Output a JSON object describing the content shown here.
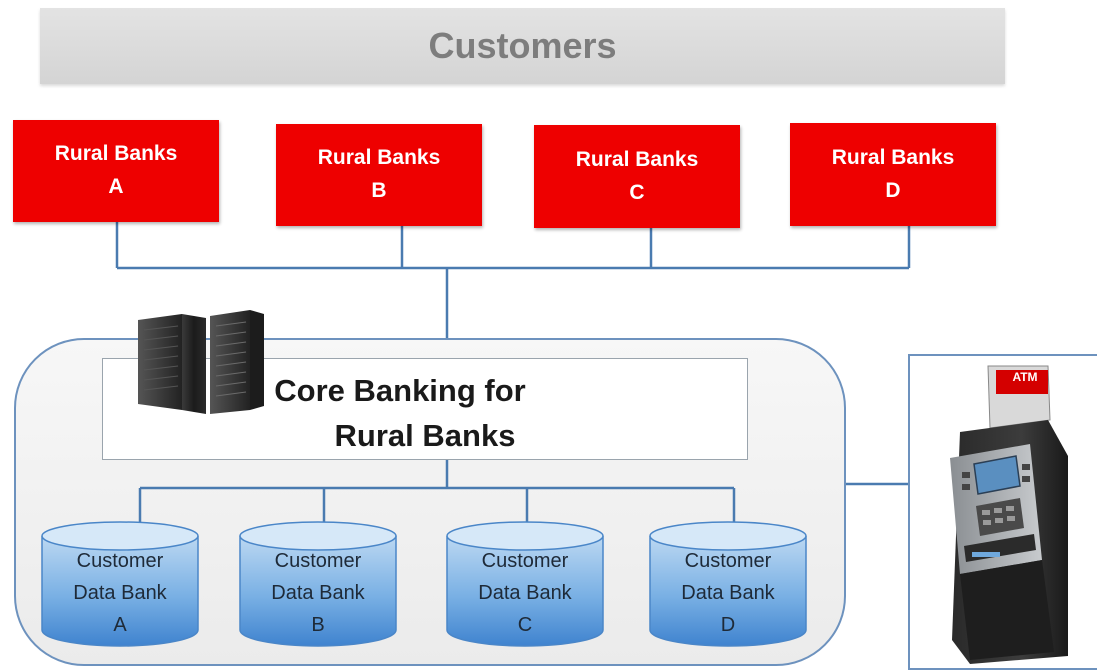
{
  "header": {
    "title": "Customers"
  },
  "rural_banks": [
    {
      "line1": "Rural Banks",
      "line2": "A"
    },
    {
      "line1": "Rural Banks",
      "line2": "B"
    },
    {
      "line1": "Rural Banks",
      "line2": "C"
    },
    {
      "line1": "Rural Banks",
      "line2": "D"
    }
  ],
  "core": {
    "line1": "Core Banking for",
    "line2": "Rural Banks"
  },
  "data_banks": [
    {
      "line1": "Customer",
      "line2": "Data Bank",
      "line3": "A"
    },
    {
      "line1": "Customer",
      "line2": "Data Bank",
      "line3": "B"
    },
    {
      "line1": "Customer",
      "line2": "Data Bank",
      "line3": "C"
    },
    {
      "line1": "Customer",
      "line2": "Data Bank",
      "line3": "D"
    }
  ],
  "atm": {
    "label": "ATM",
    "icon": "atm-machine-icon"
  },
  "servers": {
    "icon": "server-rack-icon"
  },
  "colors": {
    "bank_red": "#ee0000",
    "connector_blue": "#4a7bb0",
    "db_blue": "#5d9ad6",
    "header_gray": "#7d7d7d"
  }
}
